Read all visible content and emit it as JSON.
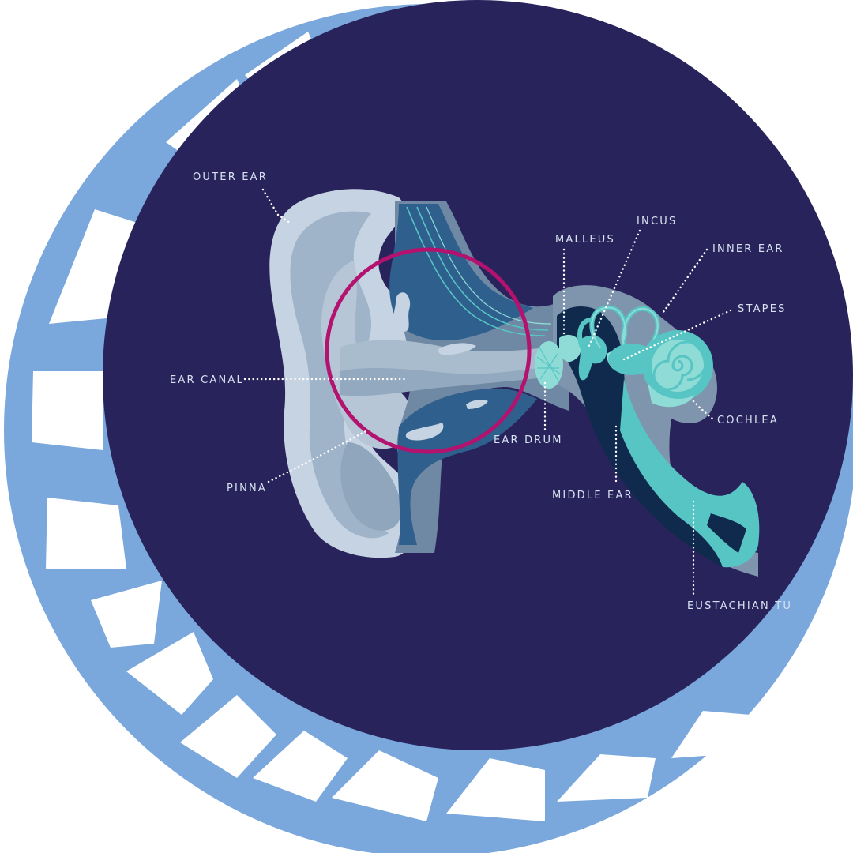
{
  "colors": {
    "background": "#ffffff",
    "ring": "#7aa7dc",
    "disc": "#29235c",
    "skin_light": "#c5d3e2",
    "skin_mid": "#9fb4c8",
    "skin_dark": "#7f95ad",
    "canal_blue": "#2f5f8c",
    "deep_blue": "#0f2a4d",
    "teal": "#56c5c4",
    "teal_light": "#8fdcd7",
    "highlight_circle": "#b3126e",
    "label_text": "#d7e3f1",
    "leader_dots": "#ffffff"
  },
  "diagram": {
    "labels": {
      "outer_ear": "OUTER EAR",
      "incus": "INCUS",
      "malleus": "MALLEUS",
      "inner_ear": "INNER EAR",
      "stapes": "STAPES",
      "ear_canal": "EAR CANAL",
      "cochlea": "COCHLEA",
      "ear_drum": "EAR DRUM",
      "middle_ear": "MIDDLE EAR",
      "pinna": "PINNA",
      "eustachian_tube": "EUSTACHIAN TU"
    }
  }
}
